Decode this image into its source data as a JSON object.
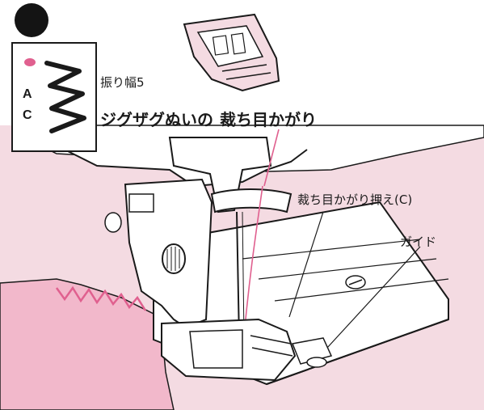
{
  "stitch_panel": {
    "letter_a": "A",
    "letter_c": "C",
    "zigzag_icon": "zigzag-stitch-icon",
    "dot_color": "#e0608f"
  },
  "labels": {
    "stitch_width": "振り幅5",
    "heading_part1": "ジグザグぬいの",
    "heading_part2": "裁ち目かがり",
    "foot_callout": "裁ち目かがり押え(C)",
    "guide_callout": "ガイド"
  },
  "colors": {
    "background_pink": "#f4dbe2",
    "fabric_pink": "#f2b8cb",
    "stitch_pink": "#e0608f",
    "line": "#1a1a1a"
  }
}
